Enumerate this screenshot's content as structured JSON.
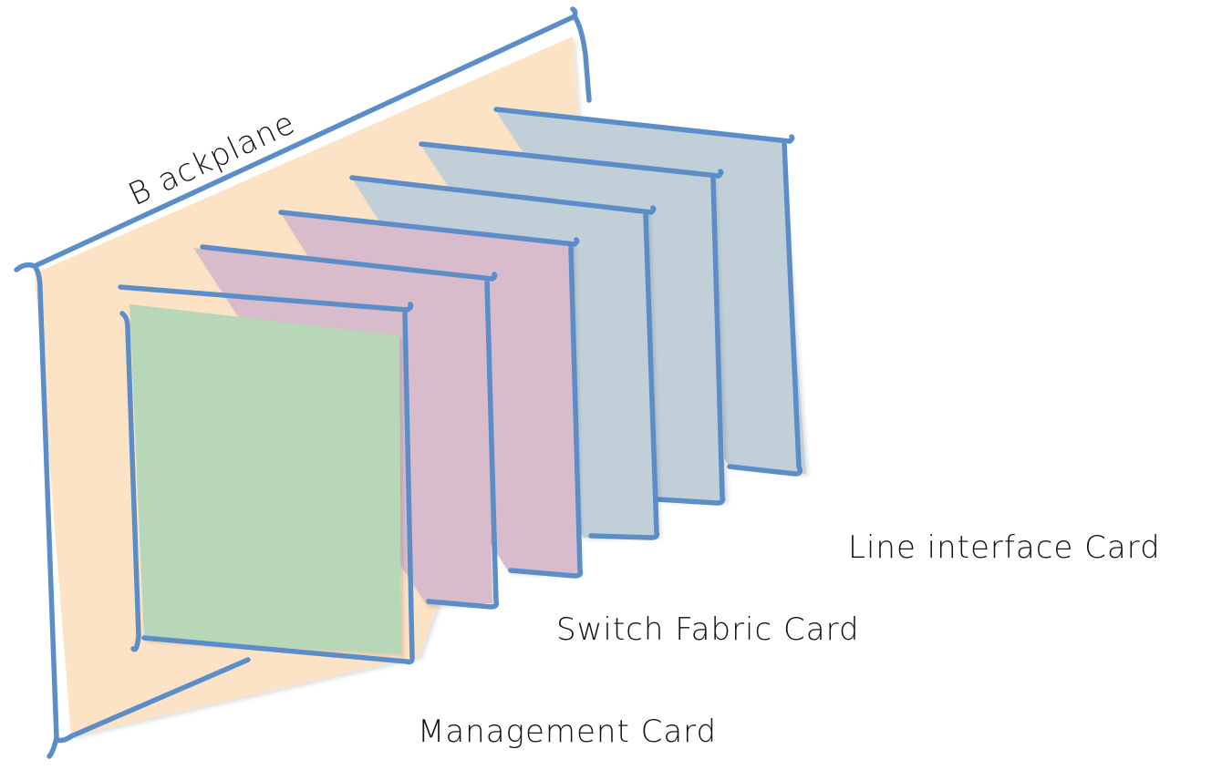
{
  "diagram": {
    "backplane_label": "B ackplane",
    "labels": {
      "line_interface": "Line interface Card",
      "switch_fabric": "Switch Fabric Card",
      "management": "Management Card"
    }
  },
  "colors": {
    "backplane_fill": "#fde3c6",
    "management_fill": "#b8d6b8",
    "switch_fabric_fill": "#d8bccc",
    "line_interface_fill": "#c0cfd8",
    "outline": "#5b8ec8"
  },
  "cards": [
    {
      "role": "line_interface"
    },
    {
      "role": "line_interface"
    },
    {
      "role": "line_interface"
    },
    {
      "role": "switch_fabric"
    },
    {
      "role": "switch_fabric"
    },
    {
      "role": "management"
    }
  ]
}
